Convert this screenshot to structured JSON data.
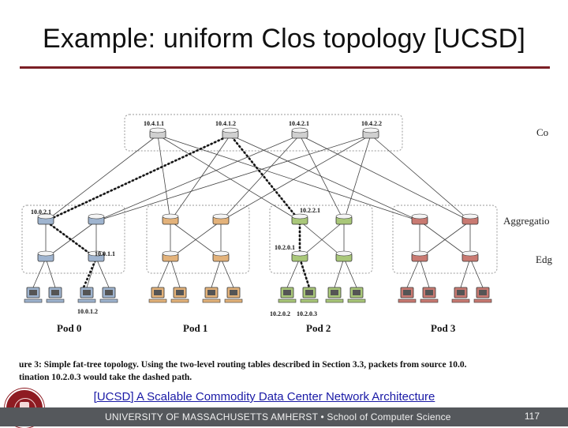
{
  "slide": {
    "title": "Example: uniform Clos topology [UCSD]",
    "link_text": "[UCSD] A Scalable Commodity Data Center Network Architecture",
    "footer_text": "UNIVERSITY OF MASSACHUSETTS AMHERST • School of Computer Science",
    "page_number": "117"
  },
  "figure": {
    "core_label": "Co",
    "aggregation_label": "Aggregatio",
    "edge_label": "Edg",
    "core_addresses": [
      "10.4.1.1",
      "10.4.1.2",
      "10.4.2.1",
      "10.4.2.2"
    ],
    "pod_labels": [
      "Pod 0",
      "Pod 1",
      "Pod 2",
      "Pod 3"
    ],
    "address_labels": {
      "pod0_agg": "10.0.2.1",
      "pod0_edge": "10.0.1.1",
      "pod0_host": "10.0.1.2",
      "pod2_agg": "10.2.2.1",
      "pod2_edge": "10.2.0.1",
      "pod2_host_a": "10.2.0.2",
      "pod2_host_b": "10.2.0.3"
    },
    "caption_line1": "ure 3:  Simple fat-tree topology.  Using the two-level routing tables described in Section 3.3, packets from source 10.0.",
    "caption_line2": "tination 10.2.0.3 would take the dashed path.",
    "colors": {
      "core": "#d0d0d0",
      "pod0": "#9fb4cf",
      "pod1": "#e3b27a",
      "pod2": "#a9c779",
      "pod3": "#c97a72"
    }
  }
}
